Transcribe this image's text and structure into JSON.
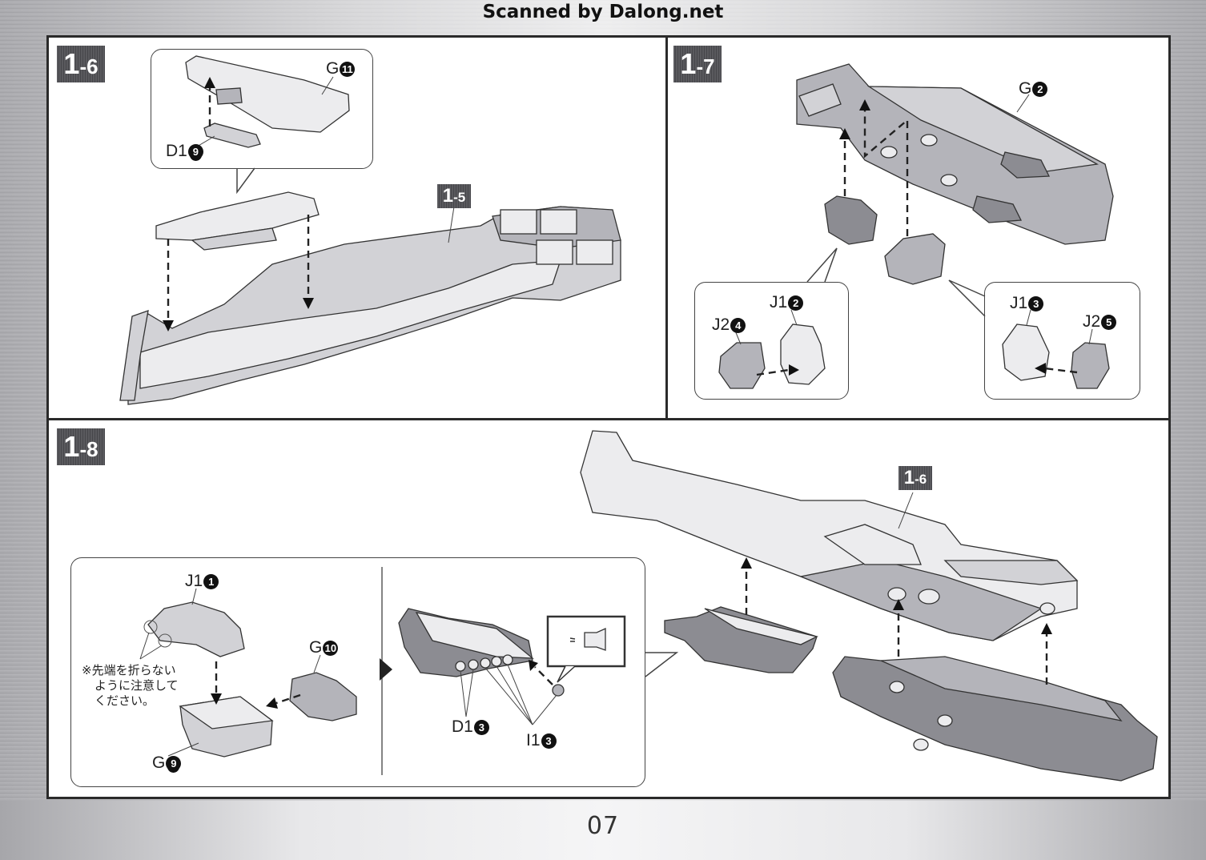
{
  "header": {
    "watermark": "Scanned by Dalong.net"
  },
  "steps": {
    "s16": {
      "badge_main": "1",
      "badge_sub": "-6",
      "ref_badge_main": "1",
      "ref_badge_sub": "-5",
      "parts": [
        {
          "letter": "G",
          "number": "11",
          "underlined": false
        },
        {
          "letter": "D1",
          "number": "9",
          "underlined": true
        }
      ]
    },
    "s17": {
      "badge_main": "1",
      "badge_sub": "-7",
      "parts": [
        {
          "letter": "G",
          "number": "2",
          "underlined": false
        },
        {
          "letter": "J1",
          "number": "2",
          "underlined": false
        },
        {
          "letter": "J2",
          "number": "4",
          "underlined": false
        },
        {
          "letter": "J1",
          "number": "3",
          "underlined": false
        },
        {
          "letter": "J2",
          "number": "5",
          "underlined": false
        }
      ]
    },
    "s18": {
      "badge_main": "1",
      "badge_sub": "-8",
      "ref_badge_main": "1",
      "ref_badge_sub": "-6",
      "parts": [
        {
          "letter": "J1",
          "number": "1",
          "underlined": false
        },
        {
          "letter": "G",
          "number": "10",
          "underlined": false
        },
        {
          "letter": "G",
          "number": "9",
          "underlined": true
        },
        {
          "letter": "D1",
          "number": "3",
          "underlined": false
        },
        {
          "letter": "I1",
          "number": "3",
          "underlined": false
        }
      ],
      "note_lines": [
        "※先端を折らない",
        "ように注意して",
        "ください。"
      ]
    }
  },
  "footer": {
    "page_number": "07"
  }
}
